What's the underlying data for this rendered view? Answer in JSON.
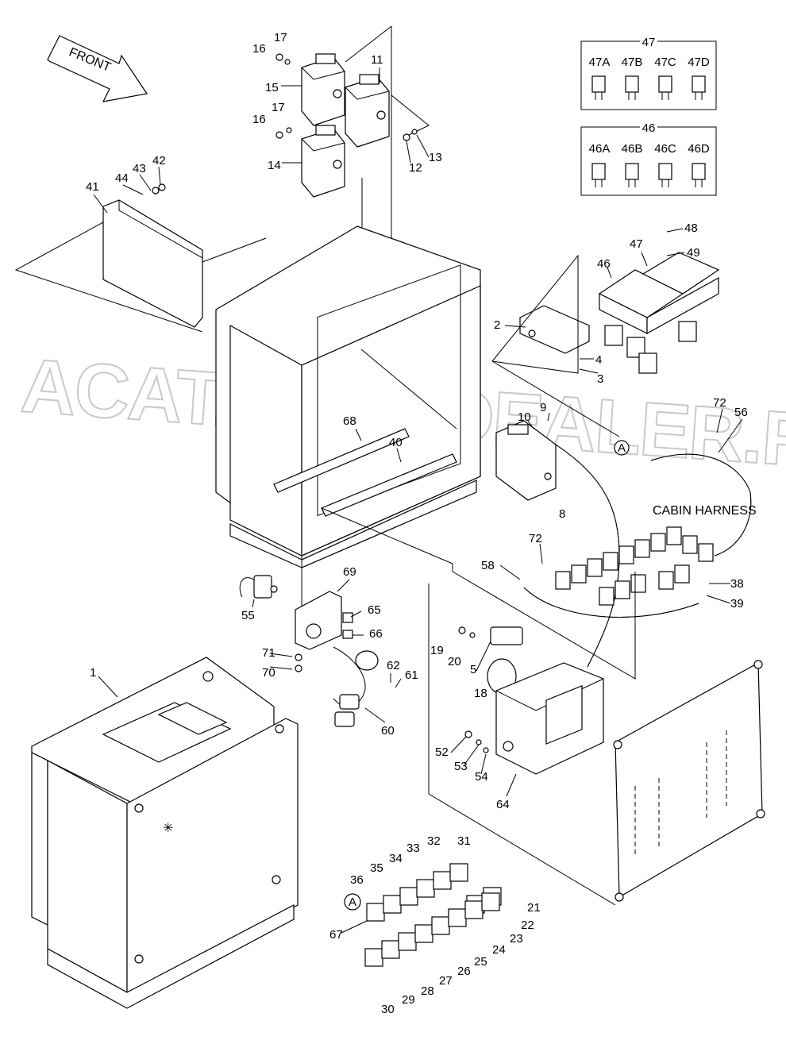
{
  "watermark": "ACAT.AUTODEALER.RU",
  "front_label": "FRONT",
  "harness_label": "CABIN HARNESS",
  "connector_marker": "A",
  "fuse_box_47": {
    "title": "47",
    "fuses": [
      "47A",
      "47B",
      "47C",
      "47D"
    ]
  },
  "fuse_box_46": {
    "title": "46",
    "fuses": [
      "46A",
      "46B",
      "46C",
      "46D"
    ]
  },
  "callouts": {
    "c1": "1",
    "c2": "2",
    "c3": "3",
    "c4": "4",
    "c5": "5",
    "c8": "8",
    "c9": "9",
    "c10": "10",
    "c11": "11",
    "c12": "12",
    "c13": "13",
    "c14": "14",
    "c15": "15",
    "c16a": "16",
    "c16b": "16",
    "c17a": "17",
    "c17b": "17",
    "c18": "18",
    "c19": "19",
    "c20": "20",
    "c21": "21",
    "c22": "22",
    "c23": "23",
    "c24": "24",
    "c25": "25",
    "c26": "26",
    "c27": "27",
    "c28": "28",
    "c29": "29",
    "c30": "30",
    "c31": "31",
    "c32": "32",
    "c33": "33",
    "c34": "34",
    "c35": "35",
    "c36": "36",
    "c38": "38",
    "c39": "39",
    "c40": "40",
    "c41": "41",
    "c42": "42",
    "c43": "43",
    "c44": "44",
    "c46": "46",
    "c47": "47",
    "c48": "48",
    "c49": "49",
    "c52": "52",
    "c53": "53",
    "c54": "54",
    "c55": "55",
    "c56": "56",
    "c58": "58",
    "c60": "60",
    "c61": "61",
    "c62": "62",
    "c64": "64",
    "c65": "65",
    "c66": "66",
    "c67": "67",
    "c68": "68",
    "c69": "69",
    "c70": "70",
    "c71": "71",
    "c72a": "72",
    "c72b": "72"
  }
}
